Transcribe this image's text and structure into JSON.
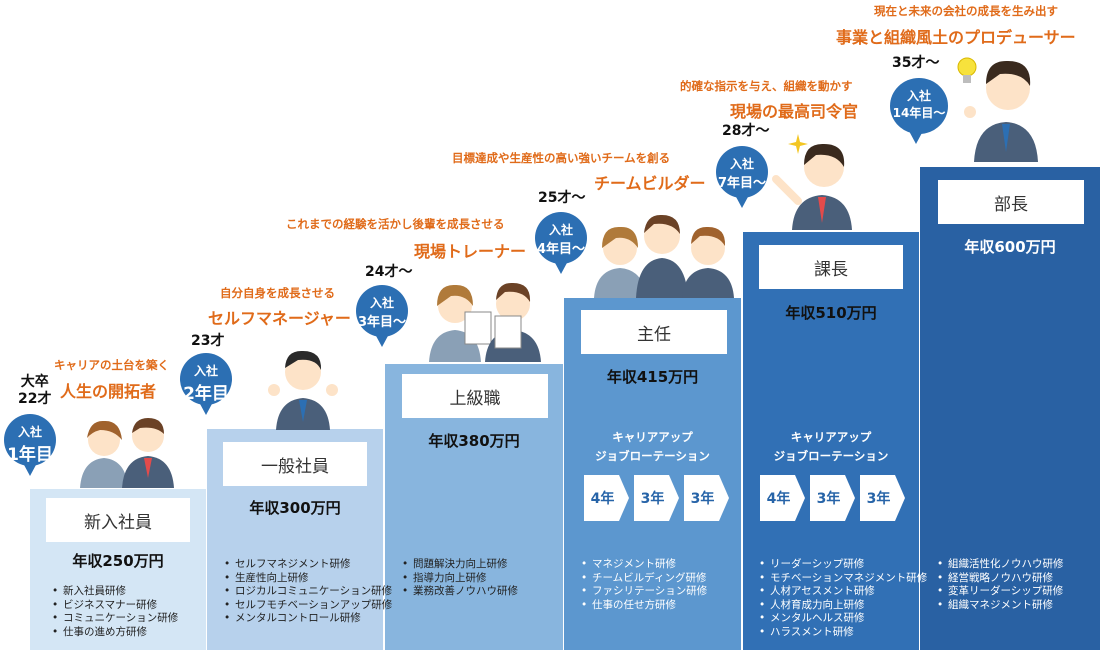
{
  "colors": {
    "accent": "#e06b1a",
    "bubble": "#2c6fb3",
    "step1": "#d4e6f5",
    "step2": "#b7d1ec",
    "step3": "#88b5de",
    "step4": "#5c97cf",
    "step5": "#3170b5",
    "step6": "#2961a3"
  },
  "steps": [
    {
      "title": "新入社員",
      "salary": "年収250万円",
      "trainings": [
        "新入社員研修",
        "ビジネスマナー研修",
        "コミュニケーション研修",
        "仕事の進め方研修"
      ]
    },
    {
      "title": "一般社員",
      "salary": "年収300万円",
      "trainings": [
        "セルフマネジメント研修",
        "生産性向上研修",
        "ロジカルコミュニケーション研修",
        "セルフモチベーションアップ研修",
        "メンタルコントロール研修"
      ]
    },
    {
      "title": "上級職",
      "salary": "年収380万円",
      "trainings": [
        "問題解決力向上研修",
        "指導力向上研修",
        "業務改善ノウハウ研修"
      ]
    },
    {
      "title": "主任",
      "salary": "年収415万円",
      "career": [
        "キャリアアップ",
        "ジョブローテーション"
      ],
      "rotations": [
        "4年",
        "3年",
        "3年"
      ],
      "trainings": [
        "マネジメント研修",
        "チームビルディング研修",
        "ファシリテーション研修",
        "仕事の任せ方研修"
      ]
    },
    {
      "title": "課長",
      "salary": "年収510万円",
      "career": [
        "キャリアアップ",
        "ジョブローテーション"
      ],
      "rotations": [
        "4年",
        "3年",
        "3年"
      ],
      "trainings": [
        "リーダーシップ研修",
        "モチベーションマネジメント研修",
        "人材アセスメント研修",
        "人材育成力向上研修",
        "メンタルヘルス研修",
        "ハラスメント研修"
      ]
    },
    {
      "title": "部長",
      "salary": "年収600万円",
      "trainings": [
        "組織活性化ノウハウ研修",
        "経営戦略ノウハウ研修",
        "変革リーダーシップ研修",
        "組織マネジメント研修"
      ]
    }
  ],
  "milestones": [
    {
      "age1": "大卒",
      "age2": "22才",
      "bubble1": "入社",
      "bubble2": "1年目",
      "sub": "キャリアの土台を築く",
      "main": "人生の開拓者"
    },
    {
      "age1": "23才",
      "bubble1": "入社",
      "bubble2": "2年目",
      "sub": "自分自身を成長させる",
      "main": "セルフマネージャー"
    },
    {
      "age1": "24才～",
      "bubble1": "入社",
      "bubble2": "3年目～",
      "sub": "これまでの経験を活かし後輩を成長させる",
      "main": "現場トレーナー"
    },
    {
      "age1": "25才～",
      "bubble1": "入社",
      "bubble2": "4年目～",
      "sub": "目標達成や生産性の高い強いチームを創る",
      "main": "チームビルダー"
    },
    {
      "age1": "28才～",
      "bubble1": "入社",
      "bubble2": "7年目～",
      "sub": "的確な指示を与え、組織を動かす",
      "main": "現場の最高司令官"
    },
    {
      "age1": "35才～",
      "bubble1": "入社",
      "bubble2": "14年目～",
      "sub": "現在と未来の会社の成長を生み出す",
      "main": "事業と組織風土のプロデューサー"
    }
  ],
  "icons": [
    "person-icon",
    "lightbulb-icon",
    "sparkle-icon"
  ]
}
